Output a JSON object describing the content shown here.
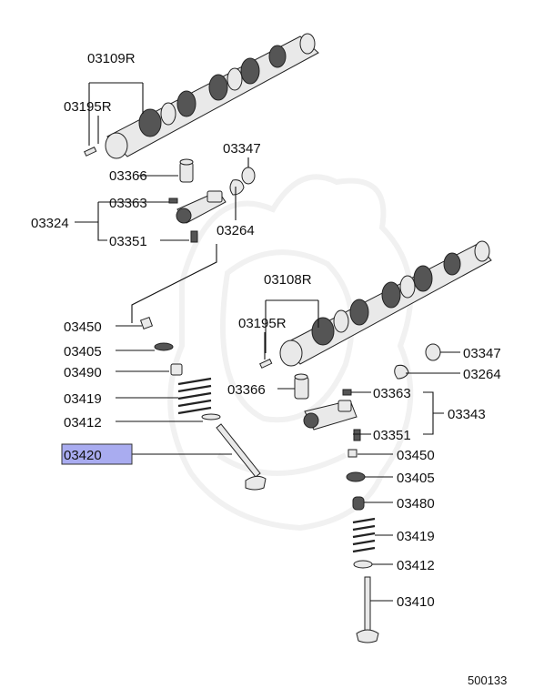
{
  "diagram_id": "500133",
  "highlight_color": "#a9acf0",
  "labels": {
    "l03109r": "03109R",
    "l03195r_top": "03195R",
    "l03347_top": "03347",
    "l03366_top": "03366",
    "l03363_top": "03363",
    "l03324": "03324",
    "l03264_top": "03264",
    "l03351_top": "03351",
    "l03450_left": "03450",
    "l03405_left": "03405",
    "l03490": "03490",
    "l03419_left": "03419",
    "l03412_left": "03412",
    "l03420": "03420",
    "l03108r": "03108R",
    "l03195r_mid": "03195R",
    "l03347_right": "03347",
    "l03264_right": "03264",
    "l03366_mid": "03366",
    "l03363_right": "03363",
    "l03343": "03343",
    "l03351_right": "03351",
    "l03450_right": "03450",
    "l03405_right": "03405",
    "l03480": "03480",
    "l03419_right": "03419",
    "l03412_right": "03412",
    "l03410": "03410"
  }
}
